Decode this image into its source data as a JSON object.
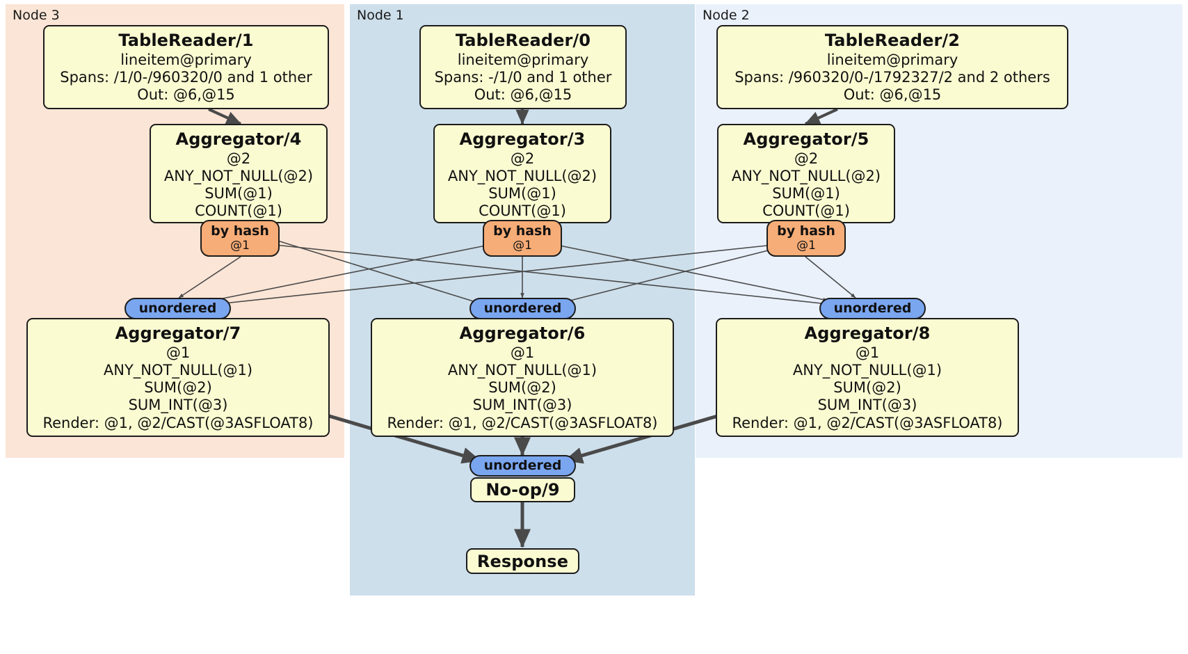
{
  "diagram": {
    "type": "distributed-query-plan",
    "regions": [
      {
        "id": "node3",
        "label": "Node 3",
        "color": "#fbe5d6"
      },
      {
        "id": "node1",
        "label": "Node 1",
        "color": "#cddfeb"
      },
      {
        "id": "node2",
        "label": "Node 2",
        "color": "#eaf1fb"
      }
    ],
    "nodes": {
      "table_reader_1": {
        "title": "TableReader/1",
        "lines": [
          "lineitem@primary",
          "Spans: /1/0-/960320/0 and 1 other",
          "Out: @6,@15"
        ]
      },
      "table_reader_0": {
        "title": "TableReader/0",
        "lines": [
          "lineitem@primary",
          "Spans: -/1/0 and 1 other",
          "Out: @6,@15"
        ]
      },
      "table_reader_2": {
        "title": "TableReader/2",
        "lines": [
          "lineitem@primary",
          "Spans: /960320/0-/1792327/2 and 2 others",
          "Out: @6,@15"
        ]
      },
      "aggregator_4": {
        "title": "Aggregator/4",
        "lines": [
          "@2",
          "ANY_NOT_NULL(@2)",
          "SUM(@1)",
          "COUNT(@1)"
        ]
      },
      "aggregator_3": {
        "title": "Aggregator/3",
        "lines": [
          "@2",
          "ANY_NOT_NULL(@2)",
          "SUM(@1)",
          "COUNT(@1)"
        ]
      },
      "aggregator_5": {
        "title": "Aggregator/5",
        "lines": [
          "@2",
          "ANY_NOT_NULL(@2)",
          "SUM(@1)",
          "COUNT(@1)"
        ]
      },
      "aggregator_7": {
        "title": "Aggregator/7",
        "lines": [
          "@1",
          "ANY_NOT_NULL(@1)",
          "SUM(@2)",
          "SUM_INT(@3)",
          "Render: @1, @2/CAST(@3ASFLOAT8)"
        ]
      },
      "aggregator_6": {
        "title": "Aggregator/6",
        "lines": [
          "@1",
          "ANY_NOT_NULL(@1)",
          "SUM(@2)",
          "SUM_INT(@3)",
          "Render: @1, @2/CAST(@3ASFLOAT8)"
        ]
      },
      "aggregator_8": {
        "title": "Aggregator/8",
        "lines": [
          "@1",
          "ANY_NOT_NULL(@1)",
          "SUM(@2)",
          "SUM_INT(@3)",
          "Render: @1, @2/CAST(@3ASFLOAT8)"
        ]
      },
      "noop_9": {
        "title": "No-op/9",
        "lines": []
      },
      "response": {
        "title": "Response",
        "lines": []
      }
    },
    "badges": {
      "hash_left": {
        "title": "by hash",
        "sub": "@1",
        "color": "#f7ad77"
      },
      "hash_center": {
        "title": "by hash",
        "sub": "@1",
        "color": "#f7ad77"
      },
      "hash_right": {
        "title": "by hash",
        "sub": "@1",
        "color": "#f7ad77"
      },
      "unordered_left": {
        "title": "unordered",
        "sub": "",
        "color": "#7aa6f0"
      },
      "unordered_center": {
        "title": "unordered",
        "sub": "",
        "color": "#7aa6f0"
      },
      "unordered_right": {
        "title": "unordered",
        "sub": "",
        "color": "#7aa6f0"
      },
      "unordered_final": {
        "title": "unordered",
        "sub": "",
        "color": "#7aa6f0"
      }
    },
    "colors": {
      "box_fill": "#fbfbd2",
      "box_stroke": "#1c1c1c",
      "edge": "#4a4a4a",
      "node3_bg": "#fbe5d6",
      "node1_bg": "#cddfeb",
      "node2_bg": "#eaf1fb"
    }
  }
}
